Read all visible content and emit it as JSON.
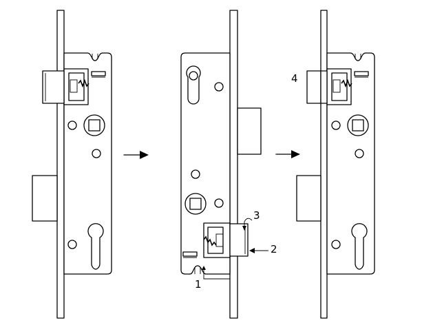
{
  "callouts": {
    "c1": "1",
    "c2": "2",
    "c3": "3",
    "c4": "4"
  },
  "icons": {
    "arrow_1": "right-arrow",
    "arrow_2": "right-arrow"
  },
  "colors": {
    "line": "#000000",
    "background": "#ffffff"
  }
}
